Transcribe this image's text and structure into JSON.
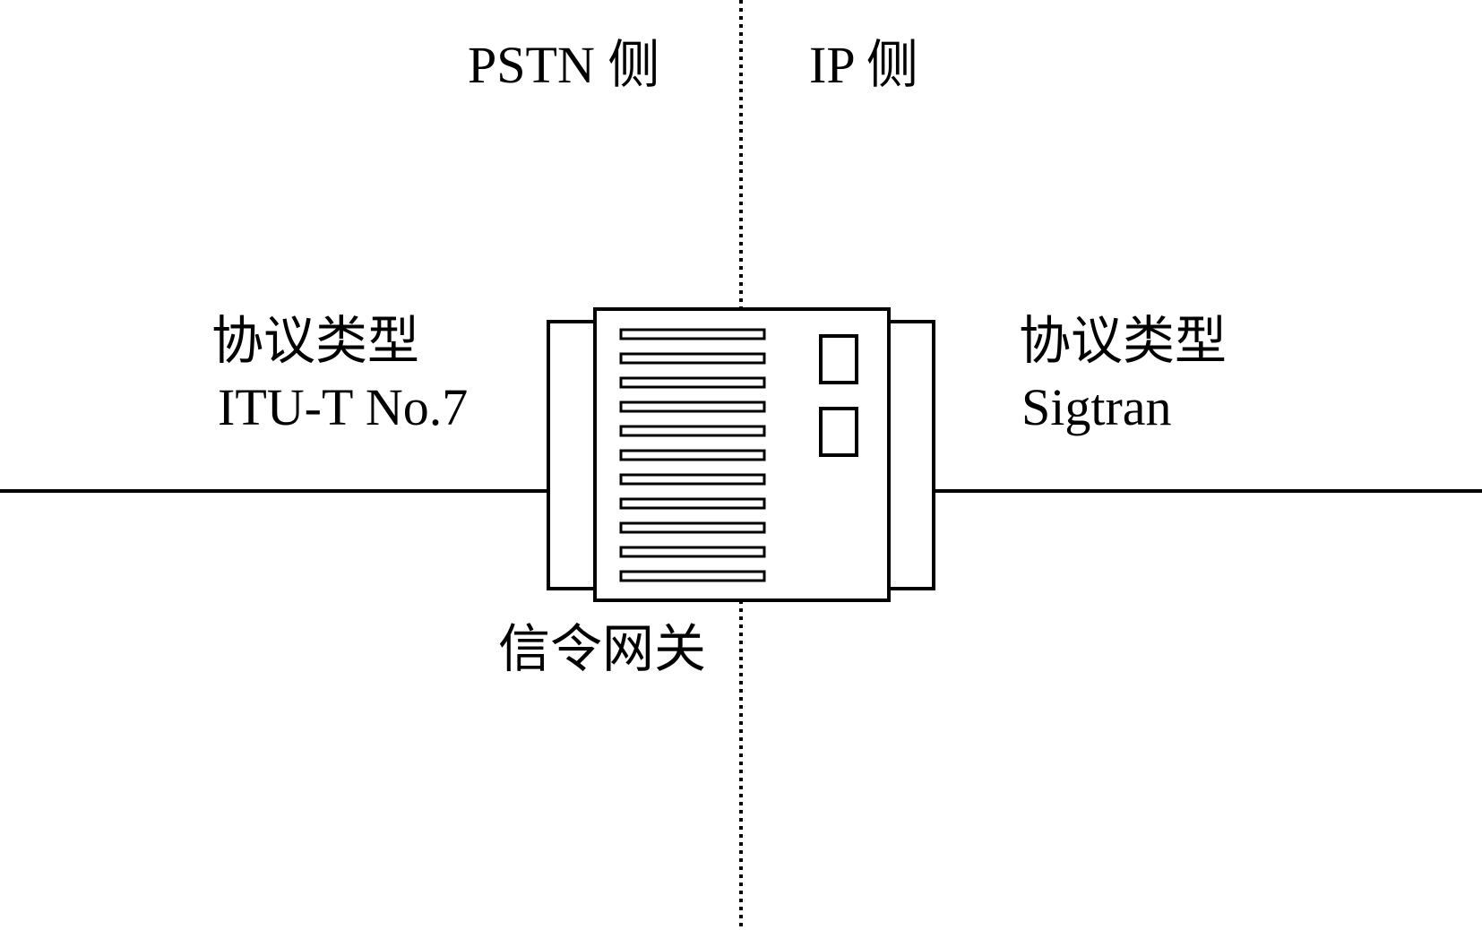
{
  "sides": {
    "left": "PSTN 侧",
    "right": "IP 侧"
  },
  "left_protocol": {
    "heading": "协议类型",
    "name": "ITU-T No.7"
  },
  "right_protocol": {
    "heading": "协议类型",
    "name": "Sigtran"
  },
  "gateway": {
    "label": "信令网关",
    "icon": "signaling-gateway-device"
  },
  "colors": {
    "line": "#000000",
    "background": "#ffffff"
  }
}
